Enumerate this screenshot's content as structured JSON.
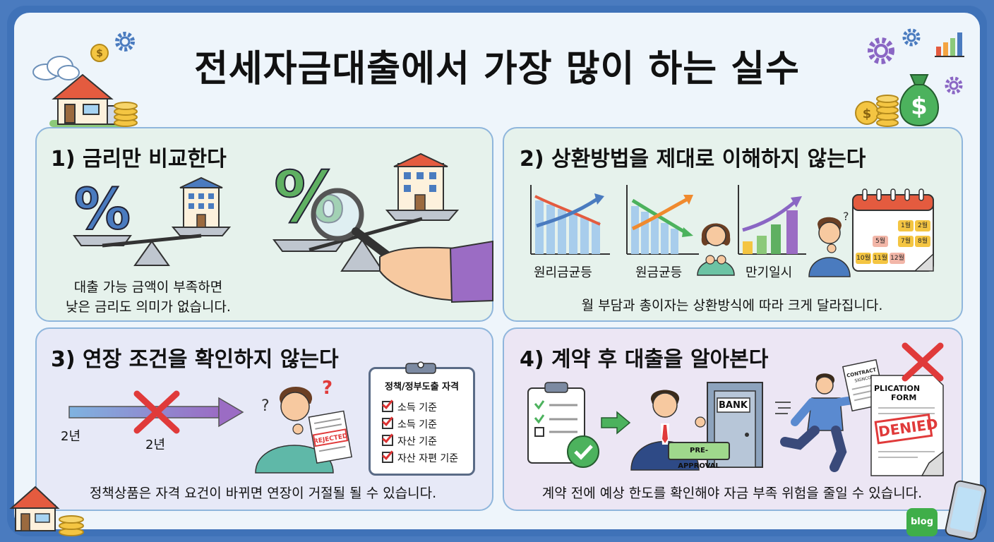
{
  "title": "전세자금대출에서 가장 많이 하는 실수",
  "panels": [
    {
      "heading": "1) 금리만 비교한다",
      "caption_line1": "대출 가능 금액이 부족하면",
      "caption_line2": "낮은 금리도 의미가 없습니다."
    },
    {
      "heading": "2) 상환방법을 제대로 이해하지 않는다",
      "methods": [
        "원리금균등",
        "원금균등",
        "만기일시"
      ],
      "caption": "월 부담과 총이자는 상환방식에 따라 크게 달라집니다.",
      "calendar_cells": [
        "1월",
        "2월",
        "5월",
        "7월",
        "8월",
        "10월",
        "11월",
        "12월"
      ]
    },
    {
      "heading": "3) 연장 조건을 확인하지 않는다",
      "term_label_1": "2년",
      "term_label_2": "2년",
      "rejected_stamp": "REJECTED",
      "checklist_title": "정책/정부도출 자격",
      "checklist_items": [
        "소득 기준",
        "소득 기준",
        "자산 기준",
        "자산 자편 기준"
      ],
      "caption": "정책상품은 자격 요건이 바뀌면 연장이 거절될 될 수 있습니다."
    },
    {
      "heading": "4) 계약 후 대출을 알아본다",
      "bank_sign": "BANK",
      "pre_approval": "PRE-APPROVAL",
      "contract_line1": "CONTRACT",
      "contract_line2": "SIGNCO",
      "application_line1": "PLICATION",
      "application_line2": "FORM",
      "denied_stamp": "DENIED",
      "caption": "계약 전에 예상 한도를 확인해야 자금 부족 위험을 줄일 수 있습니다."
    }
  ],
  "badge": "blog",
  "colors": {
    "frame": "#3f72b8",
    "background": "#eef5fb",
    "panel_green": "#e6f2ec",
    "panel_blue": "#e7e9f7",
    "panel_purple": "#ece6f4",
    "accent_red": "#e03a3a"
  }
}
